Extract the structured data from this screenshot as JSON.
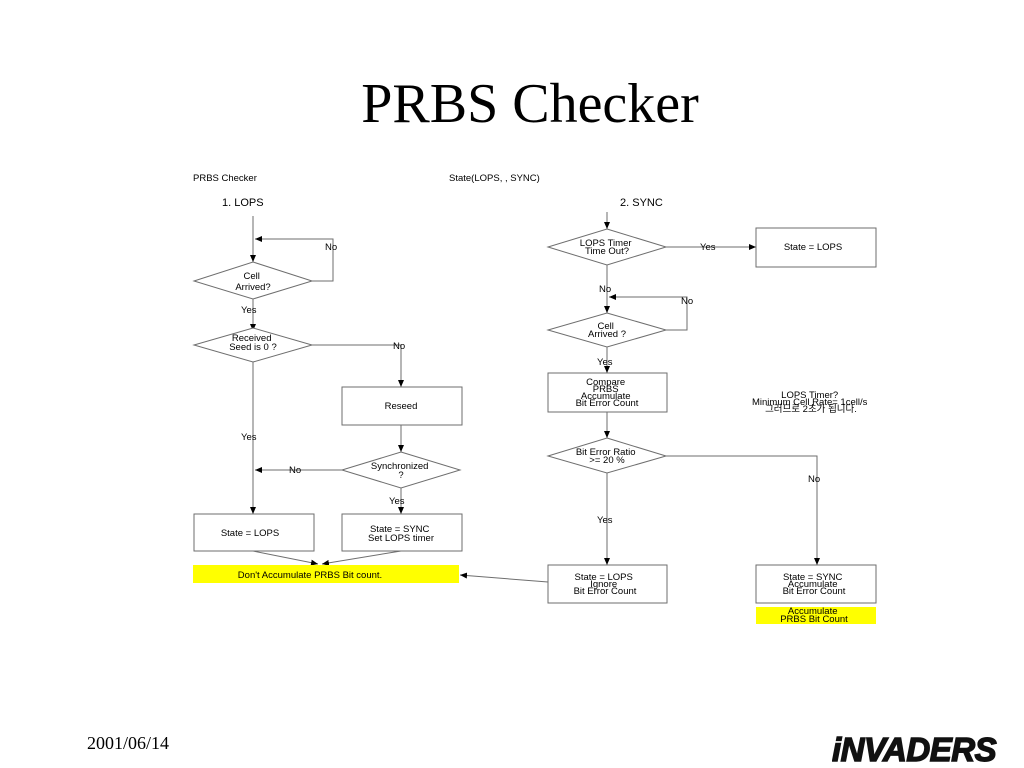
{
  "slide": {
    "title": "PRBS Checker",
    "date": "2001/06/14",
    "logo_text": "iNVADERS"
  },
  "diagram": {
    "header_left": "PRBS Checker",
    "header_right": "State(LOPS,  , SYNC)",
    "left": {
      "title": "1. LOPS",
      "no_loop": "No",
      "cell_arrived": [
        "Cell",
        "Arrived?"
      ],
      "yes_1": "Yes",
      "received_seed": [
        "Received",
        "Seed is 0 ?"
      ],
      "no_2": "No",
      "reseed": "Reseed",
      "yes_2": "Yes",
      "synchronized": [
        "Synchronized",
        "?"
      ],
      "no_3": "No",
      "yes_3": "Yes",
      "state_lops": "State = LOPS",
      "state_sync": [
        "State = SYNC",
        "Set LOPS timer"
      ],
      "dont_accumulate": "Don't Accumulate PRBS Bit count."
    },
    "right": {
      "title": "2. SYNC",
      "lops_timer": [
        "LOPS Timer",
        "Time Out?"
      ],
      "yes_1": "Yes",
      "state_lops_top": "State = LOPS",
      "no_1": "No",
      "no_loop": "No",
      "cell_arrived": [
        "Cell",
        "Arrived ?"
      ],
      "yes_2": "Yes",
      "compare": [
        "Compare",
        "PRBS",
        "Accumulate",
        "Bit Error Count"
      ],
      "note": [
        "LOPS Timer?",
        "Minimum Cell Rate= 1cell/s",
        "그러므로 2초가 됩니다."
      ],
      "bit_error": [
        "Bit Error Ratio",
        ">= 20 %"
      ],
      "no_2": "No",
      "yes_3": "Yes",
      "state_lops_bottom": [
        "State = LOPS",
        "Ignore",
        "Bit Error Count"
      ],
      "state_sync_bottom": [
        "State = SYNC",
        "Accumulate",
        "Bit Error Count"
      ],
      "accumulate": [
        "Accumulate",
        "PRBS Bit Count"
      ]
    }
  },
  "colors": {
    "highlight": "#ffff00",
    "line": "#6e6e6e"
  }
}
